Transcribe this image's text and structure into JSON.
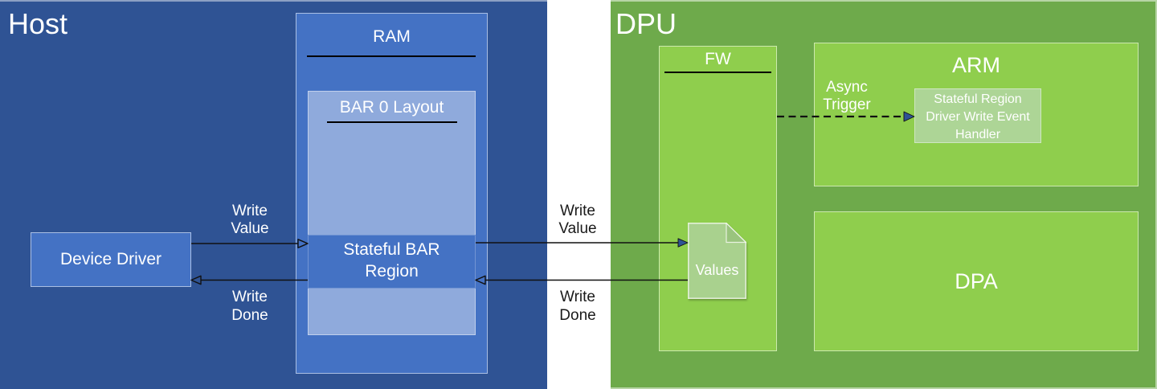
{
  "colors": {
    "host_bg": "#2F5394",
    "box_blue": "#4472C4",
    "box_blue_light": "#8FAADC",
    "dpu_bg": "#6EAA4B",
    "box_green": "#8FCE4D",
    "box_green_pale": "#A9D18E",
    "arrow_line": "#111111",
    "arrow_head_fill": "#2F5394",
    "text_light": "#FFFFFF",
    "text_dark": "#1A1A1A"
  },
  "host": {
    "title": "Host",
    "device_driver_label": "Device Driver",
    "ram_title": "RAM",
    "bar0_title": "BAR 0 Layout",
    "stateful_region": {
      "line1": "Stateful BAR",
      "line2": "Region"
    }
  },
  "dpu": {
    "title": "DPU",
    "fw_title": "FW",
    "arm_title": "ARM",
    "dpa_title": "DPA",
    "values_label": "Values",
    "event_handler": {
      "line1": "Stateful Region",
      "line2": "Driver Write Event",
      "line3": "Handler"
    }
  },
  "arrow_labels": {
    "host_write_value": {
      "line1": "Write",
      "line2": "Value"
    },
    "host_write_done": {
      "line1": "Write",
      "line2": "Done"
    },
    "mid_write_value": {
      "line1": "Write",
      "line2": "Value"
    },
    "mid_write_done": {
      "line1": "Write",
      "line2": "Done"
    },
    "async_trigger": {
      "line1": "Async",
      "line2": "Trigger"
    }
  }
}
